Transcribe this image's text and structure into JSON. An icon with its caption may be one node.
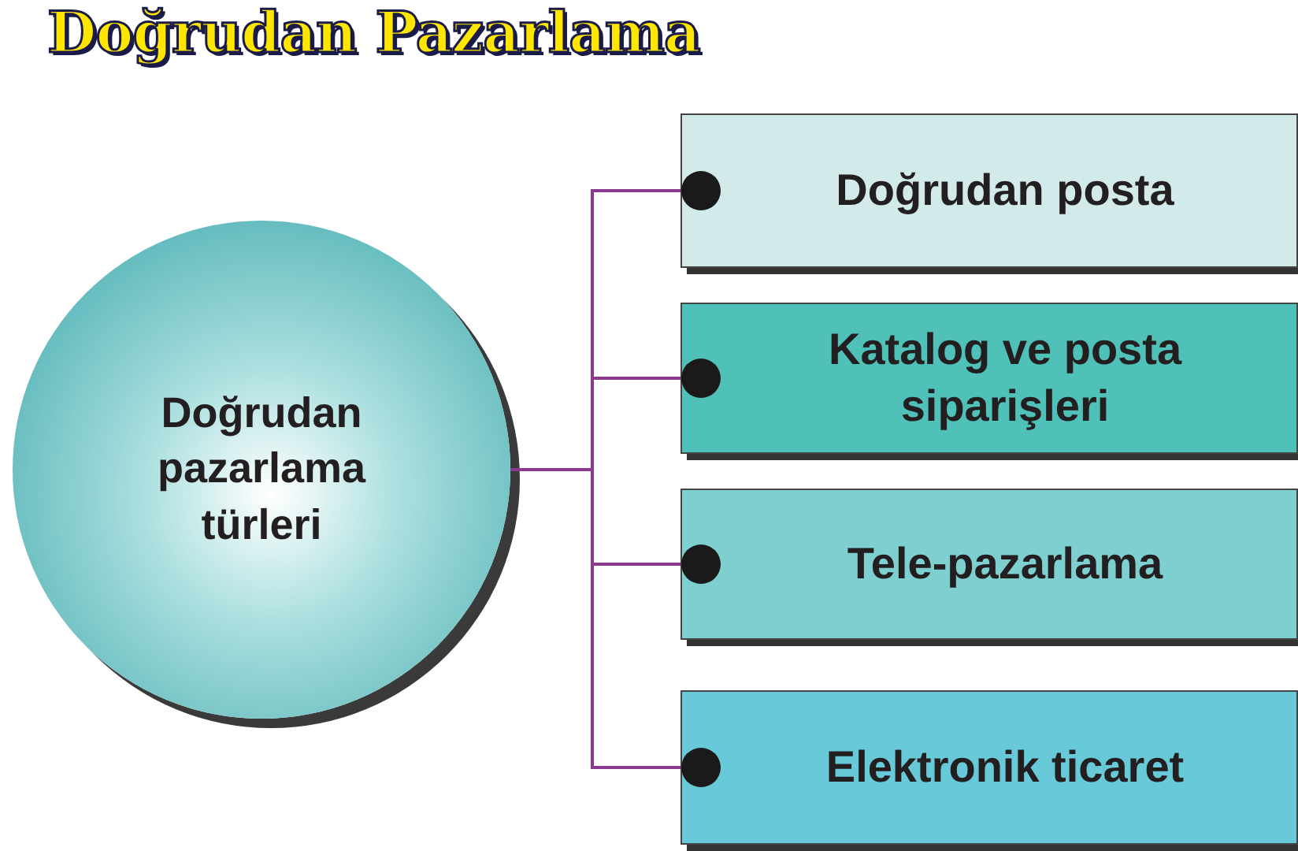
{
  "diagram": {
    "title": "Doğrudan Pazarlama",
    "nodes": [
      {
        "text": [
          "Doğrudan pazarlama türleri"
        ]
      },
      {
        "text": [
          "Doğrudan posta"
        ]
      },
      {
        "text": [
          "Katalog ve posta siparişleri"
        ]
      },
      {
        "text": [
          "Tele-pazarlama"
        ]
      },
      {
        "text": [
          "Elektronik ticaret"
        ]
      }
    ],
    "edges": [
      {
        "from": 0,
        "to": 1,
        "arrow": "other"
      },
      {
        "from": 0,
        "to": 2,
        "arrow": "other"
      },
      {
        "from": 0,
        "to": 3,
        "arrow": "other"
      },
      {
        "from": 0,
        "to": 4,
        "arrow": "other"
      }
    ]
  }
}
